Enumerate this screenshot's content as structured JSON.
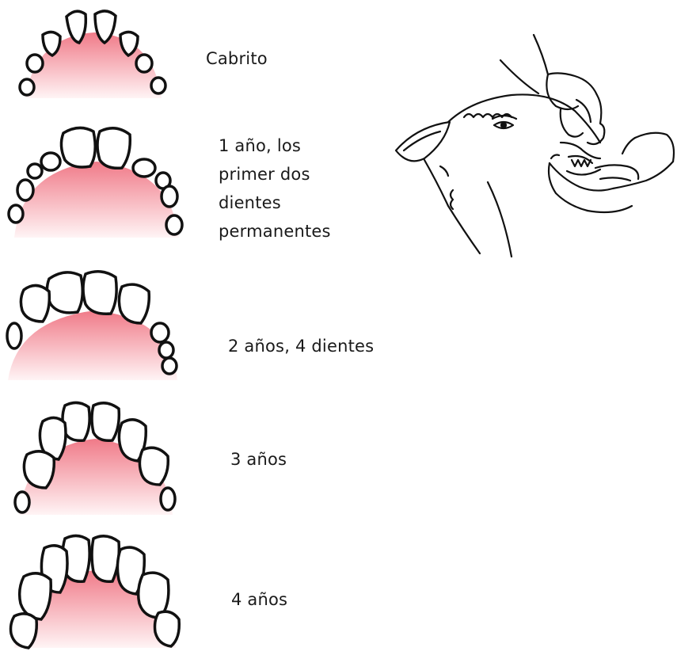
{
  "stages": [
    {
      "lines": [
        "Cabrito"
      ]
    },
    {
      "lines": [
        "1 año, los",
        "primer dos",
        "dientes",
        "permanentes"
      ]
    },
    {
      "lines": [
        "2 años, 4 dientes"
      ]
    },
    {
      "lines": [
        "3 años"
      ]
    },
    {
      "lines": [
        "4 años"
      ]
    }
  ],
  "colors": {
    "gum_top": "#f07a88",
    "gum_bottom": "#fff4f5",
    "outline": "#111111"
  },
  "illustration": "sheep-head-mouth-examination"
}
